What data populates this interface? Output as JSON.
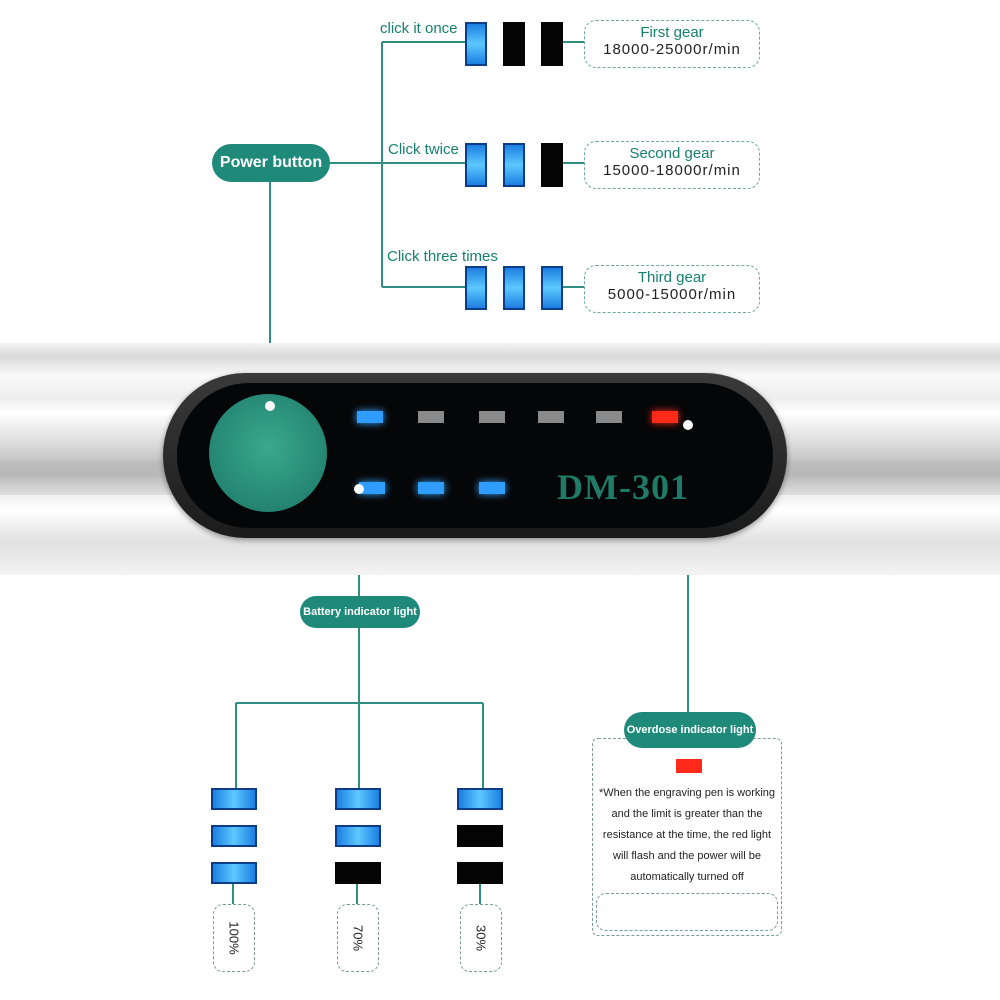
{
  "power_button": {
    "label": "Power button"
  },
  "gears": [
    {
      "click_label": "click it once",
      "name": "First gear",
      "range": "18000-25000r/min",
      "leds": [
        "on",
        "off",
        "off"
      ]
    },
    {
      "click_label": "Click twice",
      "name": "Second gear",
      "range": "15000-18000r/min",
      "leds": [
        "on",
        "on",
        "off"
      ]
    },
    {
      "click_label": "Click three times",
      "name": "Third gear",
      "range": "5000-15000r/min",
      "leds": [
        "on",
        "on",
        "on"
      ]
    }
  ],
  "device": {
    "model": "DM-301",
    "top_leds": [
      "blue",
      "gray",
      "gray",
      "gray",
      "gray",
      "red"
    ],
    "bottom_leds": [
      "blue",
      "blue",
      "blue"
    ]
  },
  "battery": {
    "label": "Battery indicator light",
    "levels": [
      {
        "percent": "100%",
        "leds": [
          "on",
          "on",
          "on"
        ]
      },
      {
        "percent": "70%",
        "leds": [
          "on",
          "on",
          "off"
        ]
      },
      {
        "percent": "30%",
        "leds": [
          "on",
          "off",
          "off"
        ]
      }
    ]
  },
  "overdose": {
    "label": "Overdose indicator light",
    "note": "*When the engraving pen is working and the limit is greater than the resistance at the time, the red light will flash and the power will be automatically turned off"
  },
  "colors": {
    "teal": "#1f8a7a",
    "led_blue": "#3aa8ff",
    "led_red": "#ff2a1a"
  }
}
